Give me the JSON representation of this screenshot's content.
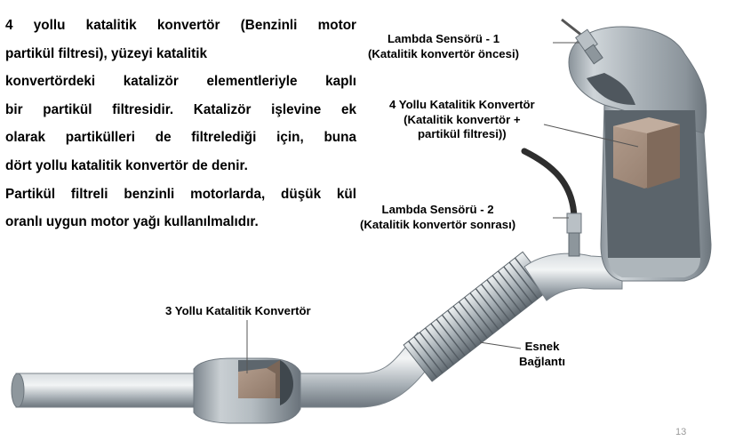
{
  "paragraph": {
    "lines": [
      "4 yollu katalitik konvertör (Benzinli motor",
      "partikül filtresi), yüzeyi katalitik",
      "konvertördeki katalizör elementleriyle kaplı",
      "bir partikül filtresidir. Katalizör işlevine ek",
      "olarak partikülleri de filtrelediği için, buna",
      "dört yollu katalitik konvertör de denir.",
      "Partikül filtreli benzinli motorlarda, düşük kül",
      "oranlı uygun motor yağı kullanılmalıdır."
    ]
  },
  "labels": {
    "lambda1": [
      "Lambda Sensörü - 1",
      "(Katalitik konvertör öncesi)"
    ],
    "fourway": [
      "4 Yollu Katalitik Konvertör",
      "(Katalitik konvertör +",
      "partikül filtresi))"
    ],
    "lambda2": [
      "Lambda Sensörü - 2",
      "(Katalitik konvertör sonrası)"
    ],
    "threeway": [
      "3 Yollu Katalitik Konvertör"
    ],
    "flex": [
      "Esnek",
      "Bağlantı"
    ]
  },
  "page_number": "13",
  "colors": {
    "metal_dark": "#6f7880",
    "metal_mid": "#a7afb5",
    "metal_light": "#e4e8ea",
    "filter_core": "#a08a7a",
    "sensor_wire": "#3a3a3a"
  }
}
